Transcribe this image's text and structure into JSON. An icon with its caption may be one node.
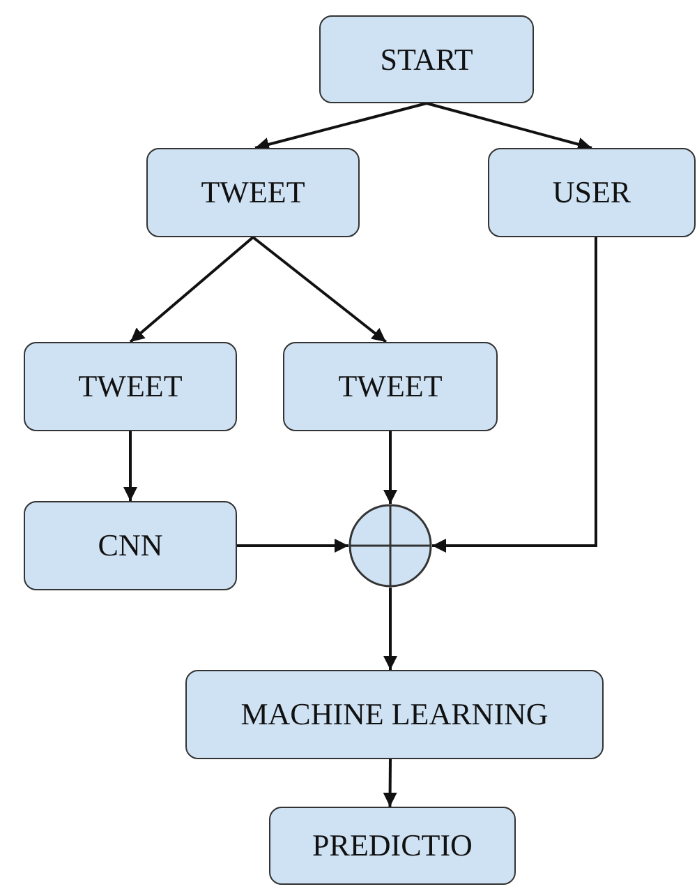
{
  "diagram": {
    "nodes": [
      {
        "text": [
          "START"
        ]
      },
      {
        "text": [
          "TWEET"
        ]
      },
      {
        "text": [
          "USER"
        ]
      },
      {
        "text": [
          "TWEET"
        ]
      },
      {
        "text": [
          "TWEET"
        ]
      },
      {
        "text": [
          "CNN"
        ]
      },
      {
        "text": [],
        "shape": "circle"
      },
      {
        "text": [
          "MACHINE LEARNING"
        ]
      },
      {
        "text": [
          "PREDICTIO"
        ]
      }
    ],
    "edges": [
      {
        "from": 0,
        "to": 1,
        "arrow": "to"
      },
      {
        "from": 0,
        "to": 2,
        "arrow": "to"
      },
      {
        "from": 1,
        "to": 3,
        "arrow": "to"
      },
      {
        "from": 1,
        "to": 4,
        "arrow": "to"
      },
      {
        "from": 3,
        "to": 5,
        "arrow": "to"
      },
      {
        "from": 4,
        "to": 6,
        "arrow": "to"
      },
      {
        "from": 5,
        "to": 6,
        "arrow": "to"
      },
      {
        "from": 2,
        "to": 6,
        "arrow": "to"
      },
      {
        "from": 6,
        "to": 7,
        "arrow": "to"
      },
      {
        "from": 7,
        "to": 8,
        "arrow": "to"
      }
    ]
  }
}
